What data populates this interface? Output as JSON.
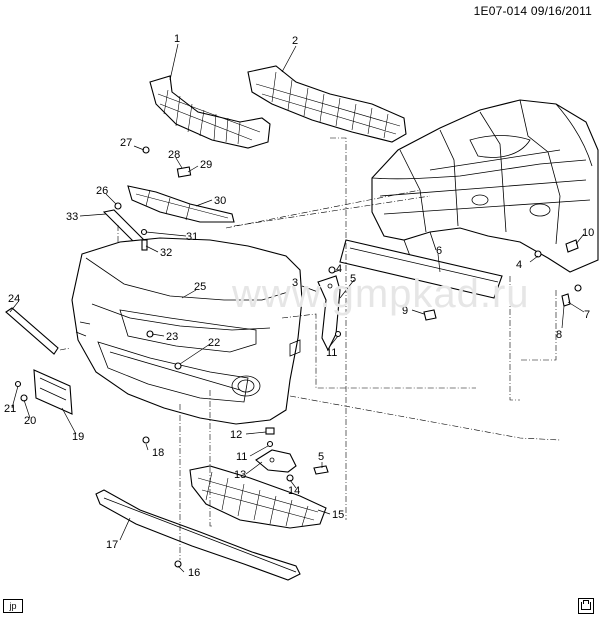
{
  "header": {
    "code": "1E07-014 09/16/2011"
  },
  "watermark": {
    "text": "www.gmpkad.ru"
  },
  "footer": {
    "left_tag": "jp",
    "right_icon": "book-icon"
  },
  "callouts": {
    "c1": "1",
    "c2": "2",
    "c3": "3",
    "c4a": "4",
    "c4b": "4",
    "c5a": "5",
    "c5b": "5",
    "c6": "6",
    "c7": "7",
    "c8": "8",
    "c9": "9",
    "c10": "10",
    "c11a": "11",
    "c11b": "11",
    "c12": "12",
    "c13": "13",
    "c14": "14",
    "c15": "15",
    "c16": "16",
    "c17": "17",
    "c18": "18",
    "c19": "19",
    "c20": "20",
    "c21": "21",
    "c22": "22",
    "c23": "23",
    "c24": "24",
    "c25": "25",
    "c26": "26",
    "c27": "27",
    "c28": "28",
    "c29": "29",
    "c30": "30",
    "c31": "31",
    "c32": "32",
    "c33": "33"
  }
}
